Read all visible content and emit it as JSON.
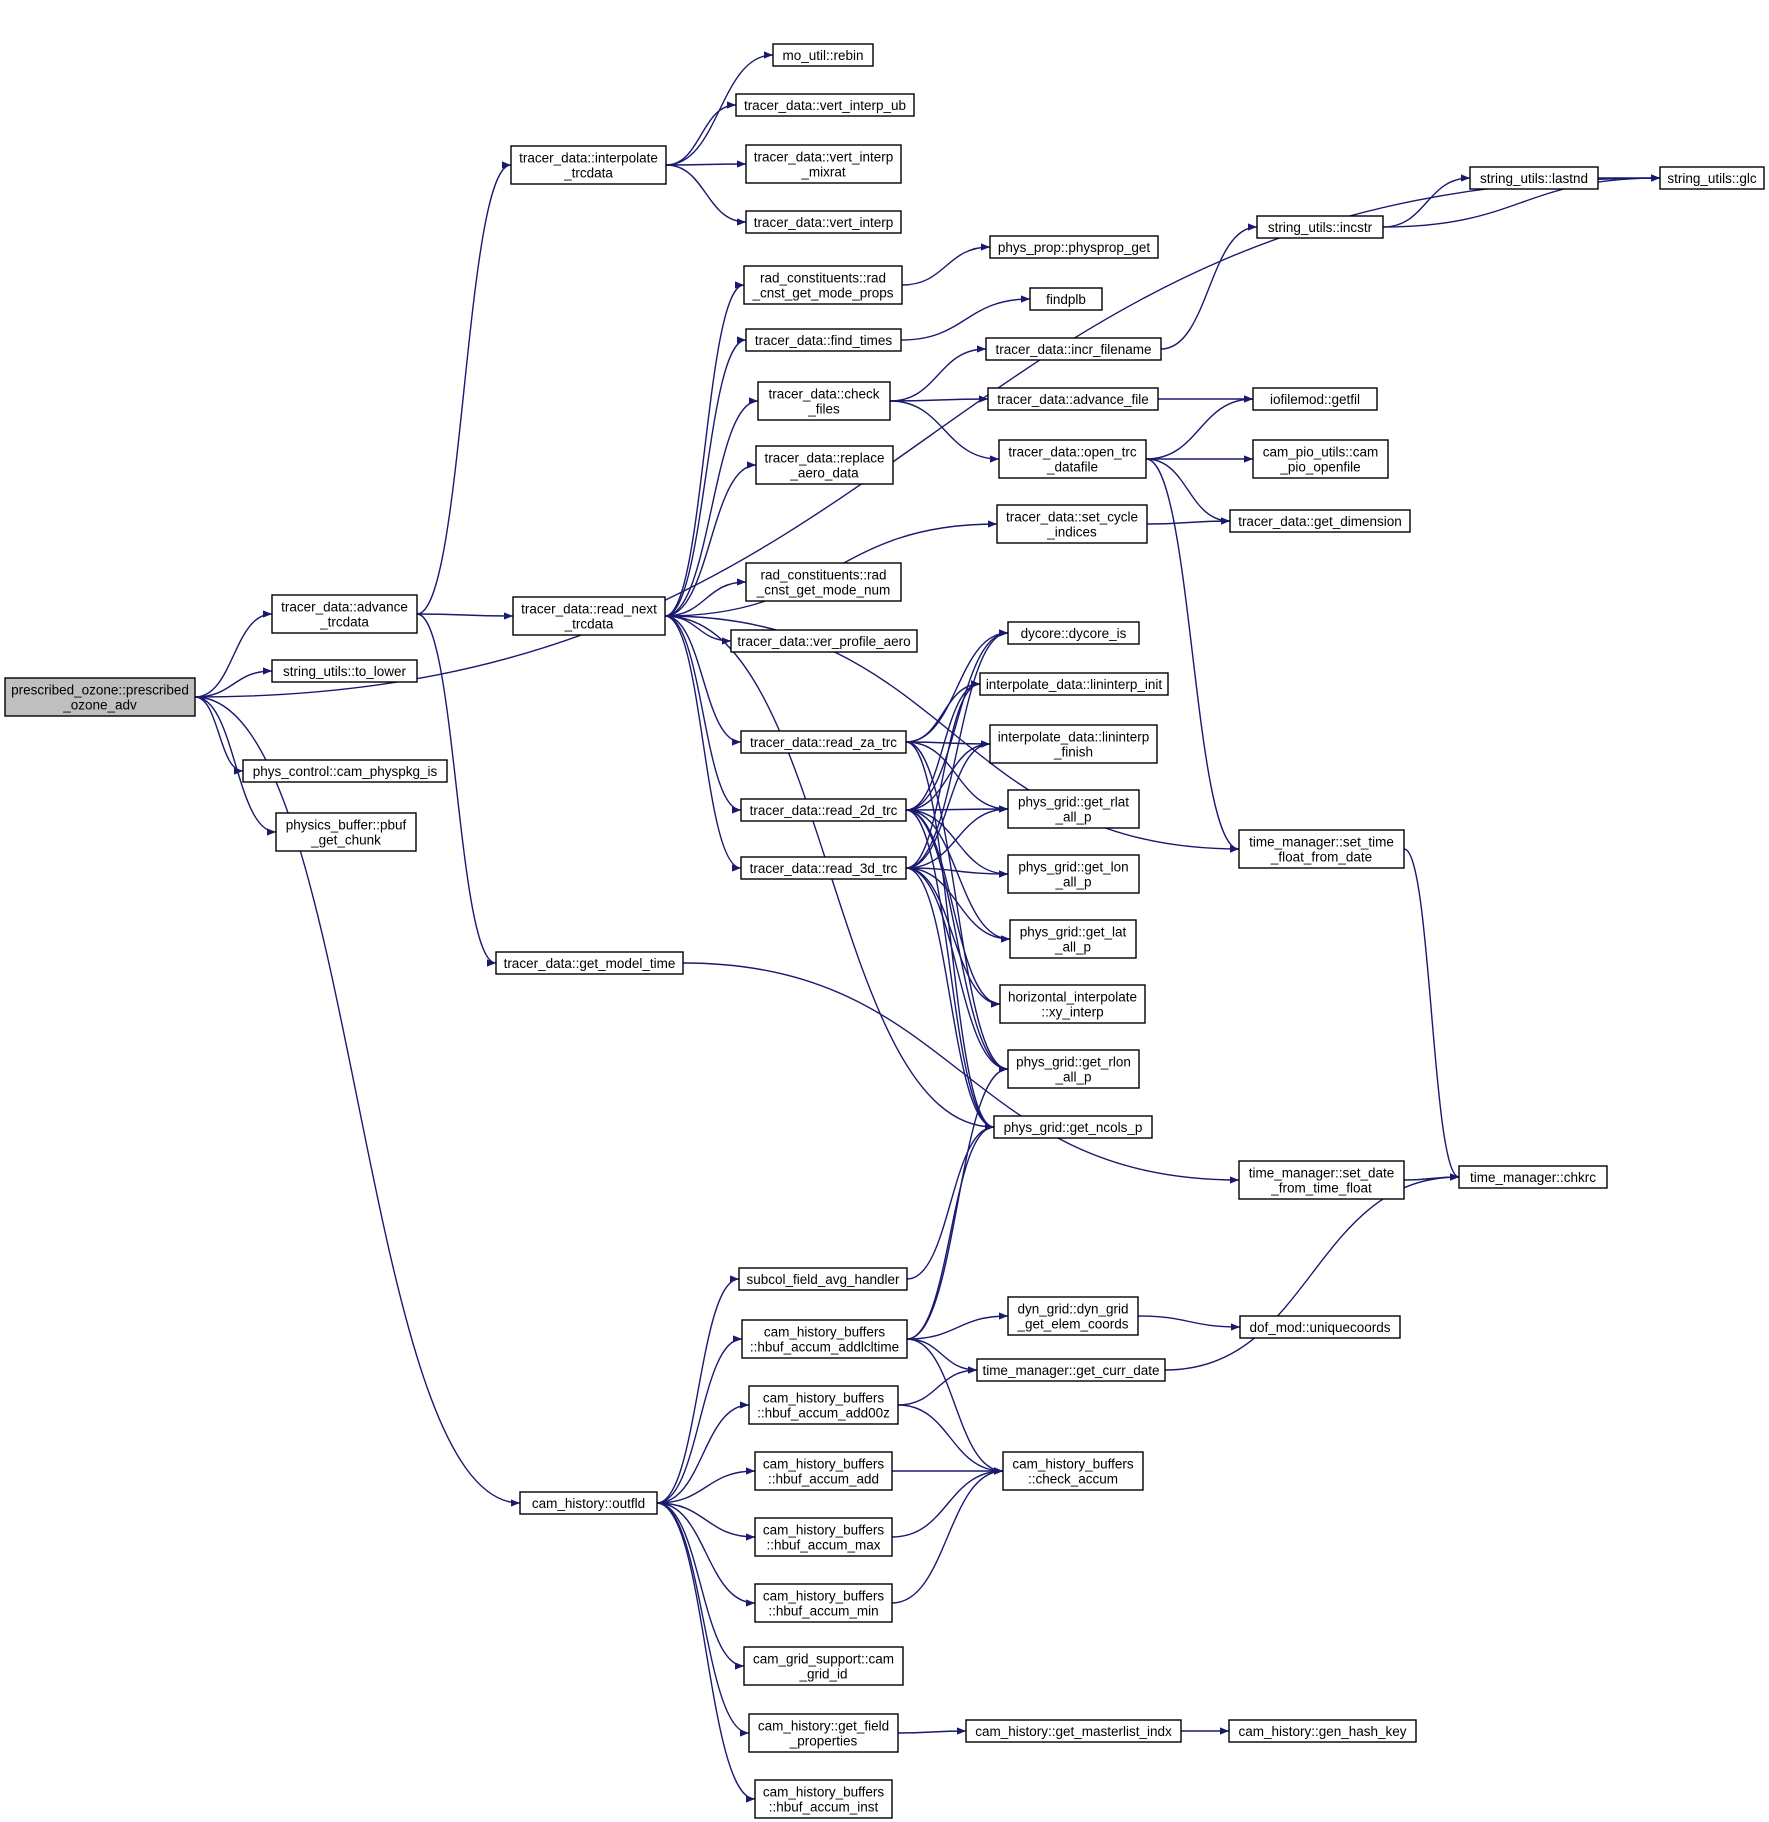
{
  "graph": {
    "edge_color": "#191970",
    "root_fill": "#bfbfbf",
    "node_fill": "#ffffff",
    "nodes": [
      {
        "id": "root",
        "lines": [
          "prescribed_ozone::prescribed",
          "_ozone_adv"
        ],
        "root": true
      },
      {
        "id": "advance_trcdata",
        "lines": [
          "tracer_data::advance",
          "_trcdata"
        ]
      },
      {
        "id": "to_lower",
        "lines": [
          "string_utils::to_lower"
        ]
      },
      {
        "id": "cam_physpkg_is",
        "lines": [
          "phys_control::cam_physpkg_is"
        ]
      },
      {
        "id": "pbuf_get_chunk",
        "lines": [
          "physics_buffer::pbuf",
          "_get_chunk"
        ]
      },
      {
        "id": "interpolate_trcdata",
        "lines": [
          "tracer_data::interpolate",
          "_trcdata"
        ]
      },
      {
        "id": "read_next_trcdata",
        "lines": [
          "tracer_data::read_next",
          "_trcdata"
        ]
      },
      {
        "id": "get_model_time",
        "lines": [
          "tracer_data::get_model_time"
        ]
      },
      {
        "id": "outfld",
        "lines": [
          "cam_history::outfld"
        ]
      },
      {
        "id": "rebin",
        "lines": [
          "mo_util::rebin"
        ]
      },
      {
        "id": "vert_interp_ub",
        "lines": [
          "tracer_data::vert_interp_ub"
        ]
      },
      {
        "id": "vert_interp_mixrat",
        "lines": [
          "tracer_data::vert_interp",
          "_mixrat"
        ]
      },
      {
        "id": "vert_interp",
        "lines": [
          "tracer_data::vert_interp"
        ]
      },
      {
        "id": "rad_cnst_get_mode_props",
        "lines": [
          "rad_constituents::rad",
          "_cnst_get_mode_props"
        ]
      },
      {
        "id": "find_times",
        "lines": [
          "tracer_data::find_times"
        ]
      },
      {
        "id": "check_files",
        "lines": [
          "tracer_data::check",
          "_files"
        ]
      },
      {
        "id": "replace_aero_data",
        "lines": [
          "tracer_data::replace",
          "_aero_data"
        ]
      },
      {
        "id": "rad_cnst_get_mode_num",
        "lines": [
          "rad_constituents::rad",
          "_cnst_get_mode_num"
        ]
      },
      {
        "id": "ver_profile_aero",
        "lines": [
          "tracer_data::ver_profile_aero"
        ]
      },
      {
        "id": "read_za_trc",
        "lines": [
          "tracer_data::read_za_trc"
        ]
      },
      {
        "id": "read_2d_trc",
        "lines": [
          "tracer_data::read_2d_trc"
        ]
      },
      {
        "id": "read_3d_trc",
        "lines": [
          "tracer_data::read_3d_trc"
        ]
      },
      {
        "id": "subcol_field_avg_handler",
        "lines": [
          "subcol_field_avg_handler"
        ]
      },
      {
        "id": "hbuf_accum_addlcltime",
        "lines": [
          "cam_history_buffers",
          "::hbuf_accum_addlcltime"
        ]
      },
      {
        "id": "hbuf_accum_add00z",
        "lines": [
          "cam_history_buffers",
          "::hbuf_accum_add00z"
        ]
      },
      {
        "id": "hbuf_accum_add",
        "lines": [
          "cam_history_buffers",
          "::hbuf_accum_add"
        ]
      },
      {
        "id": "hbuf_accum_max",
        "lines": [
          "cam_history_buffers",
          "::hbuf_accum_max"
        ]
      },
      {
        "id": "hbuf_accum_min",
        "lines": [
          "cam_history_buffers",
          "::hbuf_accum_min"
        ]
      },
      {
        "id": "cam_grid_id",
        "lines": [
          "cam_grid_support::cam",
          "_grid_id"
        ]
      },
      {
        "id": "get_field_properties",
        "lines": [
          "cam_history::get_field",
          "_properties"
        ]
      },
      {
        "id": "hbuf_accum_inst",
        "lines": [
          "cam_history_buffers",
          "::hbuf_accum_inst"
        ]
      },
      {
        "id": "physprop_get",
        "lines": [
          "phys_prop::physprop_get"
        ]
      },
      {
        "id": "findplb",
        "lines": [
          "findplb"
        ]
      },
      {
        "id": "incr_filename",
        "lines": [
          "tracer_data::incr_filename"
        ]
      },
      {
        "id": "advance_file",
        "lines": [
          "tracer_data::advance_file"
        ]
      },
      {
        "id": "open_trc_datafile",
        "lines": [
          "tracer_data::open_trc",
          "_datafile"
        ]
      },
      {
        "id": "set_cycle_indices",
        "lines": [
          "tracer_data::set_cycle",
          "_indices"
        ]
      },
      {
        "id": "dycore_is",
        "lines": [
          "dycore::dycore_is"
        ]
      },
      {
        "id": "lininterp_init",
        "lines": [
          "interpolate_data::lininterp_init"
        ]
      },
      {
        "id": "lininterp_finish",
        "lines": [
          "interpolate_data::lininterp",
          "_finish"
        ]
      },
      {
        "id": "get_rlat_all_p",
        "lines": [
          "phys_grid::get_rlat",
          "_all_p"
        ]
      },
      {
        "id": "get_lon_all_p",
        "lines": [
          "phys_grid::get_lon",
          "_all_p"
        ]
      },
      {
        "id": "get_lat_all_p",
        "lines": [
          "phys_grid::get_lat",
          "_all_p"
        ]
      },
      {
        "id": "xy_interp",
        "lines": [
          "horizontal_interpolate",
          "::xy_interp"
        ]
      },
      {
        "id": "get_rlon_all_p",
        "lines": [
          "phys_grid::get_rlon",
          "_all_p"
        ]
      },
      {
        "id": "get_ncols_p",
        "lines": [
          "phys_grid::get_ncols_p"
        ]
      },
      {
        "id": "dyn_grid_get_elem_coords",
        "lines": [
          "dyn_grid::dyn_grid",
          "_get_elem_coords"
        ]
      },
      {
        "id": "get_curr_date",
        "lines": [
          "time_manager::get_curr_date"
        ]
      },
      {
        "id": "check_accum",
        "lines": [
          "cam_history_buffers",
          "::check_accum"
        ]
      },
      {
        "id": "get_masterlist_indx",
        "lines": [
          "cam_history::get_masterlist_indx"
        ]
      },
      {
        "id": "gen_hash_key",
        "lines": [
          "cam_history::gen_hash_key"
        ]
      },
      {
        "id": "uniquecoords",
        "lines": [
          "dof_mod::uniquecoords"
        ]
      },
      {
        "id": "incstr",
        "lines": [
          "string_utils::incstr"
        ]
      },
      {
        "id": "lastnd",
        "lines": [
          "string_utils::lastnd"
        ]
      },
      {
        "id": "glc",
        "lines": [
          "string_utils::glc"
        ]
      },
      {
        "id": "getfil",
        "lines": [
          "iofilemod::getfil"
        ]
      },
      {
        "id": "cam_pio_openfile",
        "lines": [
          "cam_pio_utils::cam",
          "_pio_openfile"
        ]
      },
      {
        "id": "get_dimension",
        "lines": [
          "tracer_data::get_dimension"
        ]
      },
      {
        "id": "set_time_float_from_date",
        "lines": [
          "time_manager::set_time",
          "_float_from_date"
        ]
      },
      {
        "id": "set_date_from_time_float",
        "lines": [
          "time_manager::set_date",
          "_from_time_float"
        ]
      },
      {
        "id": "chkrc",
        "lines": [
          "time_manager::chkrc"
        ]
      }
    ],
    "edges": [
      [
        "root",
        "glc"
      ],
      [
        "root",
        "advance_trcdata"
      ],
      [
        "root",
        "to_lower"
      ],
      [
        "root",
        "cam_physpkg_is"
      ],
      [
        "root",
        "pbuf_get_chunk"
      ],
      [
        "root",
        "outfld"
      ],
      [
        "advance_trcdata",
        "interpolate_trcdata"
      ],
      [
        "advance_trcdata",
        "read_next_trcdata"
      ],
      [
        "advance_trcdata",
        "get_model_time"
      ],
      [
        "interpolate_trcdata",
        "rebin"
      ],
      [
        "interpolate_trcdata",
        "vert_interp_ub"
      ],
      [
        "interpolate_trcdata",
        "vert_interp_mixrat"
      ],
      [
        "interpolate_trcdata",
        "vert_interp"
      ],
      [
        "read_next_trcdata",
        "rad_cnst_get_mode_props"
      ],
      [
        "read_next_trcdata",
        "find_times"
      ],
      [
        "read_next_trcdata",
        "check_files"
      ],
      [
        "read_next_trcdata",
        "replace_aero_data"
      ],
      [
        "read_next_trcdata",
        "set_cycle_indices"
      ],
      [
        "read_next_trcdata",
        "rad_cnst_get_mode_num"
      ],
      [
        "read_next_trcdata",
        "ver_profile_aero"
      ],
      [
        "read_next_trcdata",
        "set_time_float_from_date"
      ],
      [
        "read_next_trcdata",
        "read_za_trc"
      ],
      [
        "read_next_trcdata",
        "read_2d_trc"
      ],
      [
        "read_next_trcdata",
        "read_3d_trc"
      ],
      [
        "read_next_trcdata",
        "get_ncols_p"
      ],
      [
        "rad_cnst_get_mode_props",
        "physprop_get"
      ],
      [
        "find_times",
        "findplb"
      ],
      [
        "check_files",
        "incr_filename"
      ],
      [
        "check_files",
        "advance_file"
      ],
      [
        "check_files",
        "open_trc_datafile"
      ],
      [
        "incr_filename",
        "incstr"
      ],
      [
        "advance_file",
        "getfil"
      ],
      [
        "open_trc_datafile",
        "getfil"
      ],
      [
        "open_trc_datafile",
        "cam_pio_openfile"
      ],
      [
        "open_trc_datafile",
        "get_dimension"
      ],
      [
        "open_trc_datafile",
        "set_time_float_from_date"
      ],
      [
        "set_cycle_indices",
        "get_dimension"
      ],
      [
        "incstr",
        "lastnd"
      ],
      [
        "incstr",
        "glc"
      ],
      [
        "lastnd",
        "glc"
      ],
      [
        "read_za_trc",
        "dycore_is"
      ],
      [
        "read_za_trc",
        "lininterp_init"
      ],
      [
        "read_za_trc",
        "lininterp_finish"
      ],
      [
        "read_za_trc",
        "get_rlat_all_p"
      ],
      [
        "read_za_trc",
        "get_ncols_p"
      ],
      [
        "read_za_trc",
        "get_rlon_all_p"
      ],
      [
        "read_2d_trc",
        "dycore_is"
      ],
      [
        "read_2d_trc",
        "lininterp_init"
      ],
      [
        "read_2d_trc",
        "lininterp_finish"
      ],
      [
        "read_2d_trc",
        "get_rlat_all_p"
      ],
      [
        "read_2d_trc",
        "get_lon_all_p"
      ],
      [
        "read_2d_trc",
        "get_lat_all_p"
      ],
      [
        "read_2d_trc",
        "xy_interp"
      ],
      [
        "read_2d_trc",
        "get_rlon_all_p"
      ],
      [
        "read_2d_trc",
        "get_ncols_p"
      ],
      [
        "read_3d_trc",
        "dycore_is"
      ],
      [
        "read_3d_trc",
        "lininterp_init"
      ],
      [
        "read_3d_trc",
        "lininterp_finish"
      ],
      [
        "read_3d_trc",
        "get_rlat_all_p"
      ],
      [
        "read_3d_trc",
        "get_lon_all_p"
      ],
      [
        "read_3d_trc",
        "get_lat_all_p"
      ],
      [
        "read_3d_trc",
        "xy_interp"
      ],
      [
        "read_3d_trc",
        "get_rlon_all_p"
      ],
      [
        "read_3d_trc",
        "get_ncols_p"
      ],
      [
        "get_model_time",
        "set_date_from_time_float"
      ],
      [
        "set_time_float_from_date",
        "chkrc"
      ],
      [
        "set_date_from_time_float",
        "chkrc"
      ],
      [
        "outfld",
        "subcol_field_avg_handler"
      ],
      [
        "outfld",
        "hbuf_accum_addlcltime"
      ],
      [
        "outfld",
        "hbuf_accum_add00z"
      ],
      [
        "outfld",
        "hbuf_accum_add"
      ],
      [
        "outfld",
        "hbuf_accum_max"
      ],
      [
        "outfld",
        "hbuf_accum_min"
      ],
      [
        "outfld",
        "cam_grid_id"
      ],
      [
        "outfld",
        "get_field_properties"
      ],
      [
        "outfld",
        "hbuf_accum_inst"
      ],
      [
        "subcol_field_avg_handler",
        "get_ncols_p"
      ],
      [
        "hbuf_accum_addlcltime",
        "get_rlon_all_p"
      ],
      [
        "hbuf_accum_addlcltime",
        "get_ncols_p"
      ],
      [
        "hbuf_accum_addlcltime",
        "dyn_grid_get_elem_coords"
      ],
      [
        "hbuf_accum_addlcltime",
        "get_curr_date"
      ],
      [
        "hbuf_accum_addlcltime",
        "check_accum"
      ],
      [
        "hbuf_accum_add00z",
        "get_curr_date"
      ],
      [
        "hbuf_accum_add00z",
        "check_accum"
      ],
      [
        "hbuf_accum_add",
        "check_accum"
      ],
      [
        "hbuf_accum_max",
        "check_accum"
      ],
      [
        "hbuf_accum_min",
        "check_accum"
      ],
      [
        "dyn_grid_get_elem_coords",
        "uniquecoords"
      ],
      [
        "get_curr_date",
        "chkrc"
      ],
      [
        "get_field_properties",
        "get_masterlist_indx"
      ],
      [
        "get_masterlist_indx",
        "gen_hash_key"
      ]
    ]
  }
}
